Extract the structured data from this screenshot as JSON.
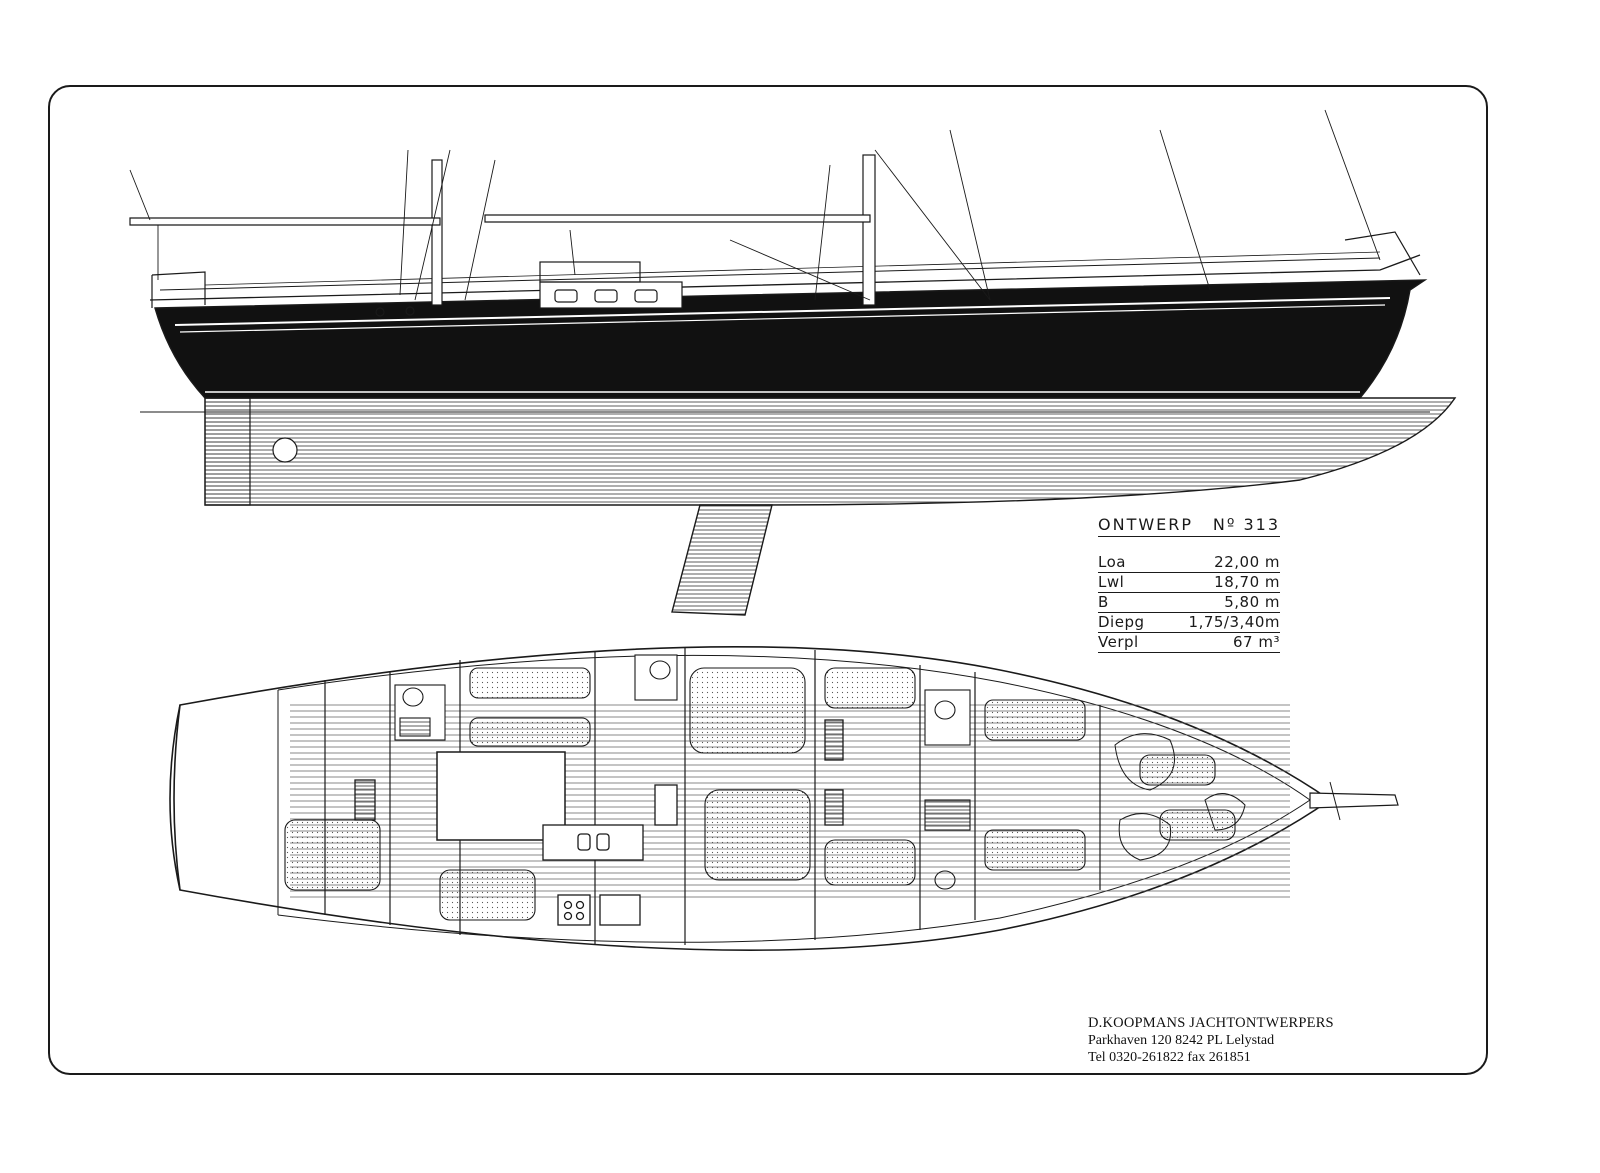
{
  "design": {
    "title_label": "ONTWERP",
    "number_label": "Nº 313",
    "specs": [
      {
        "label": "Loa",
        "value": "22,00 m"
      },
      {
        "label": "Lwl",
        "value": "18,70 m"
      },
      {
        "label": "B",
        "value": "5,80 m"
      },
      {
        "label": "Diepg",
        "value": "1,75/3,40m"
      },
      {
        "label": "Verpl",
        "value": "67 m³"
      }
    ]
  },
  "designer": {
    "firm": "D.KOOPMANS JACHTONTWERPERS",
    "address": "Parkhaven 120 8242 PL Lelystad",
    "contact": "Tel 0320-261822 fax 261851"
  },
  "colors": {
    "ink": "#1a1a1a",
    "hull": "#111111",
    "paper": "#ffffff"
  }
}
